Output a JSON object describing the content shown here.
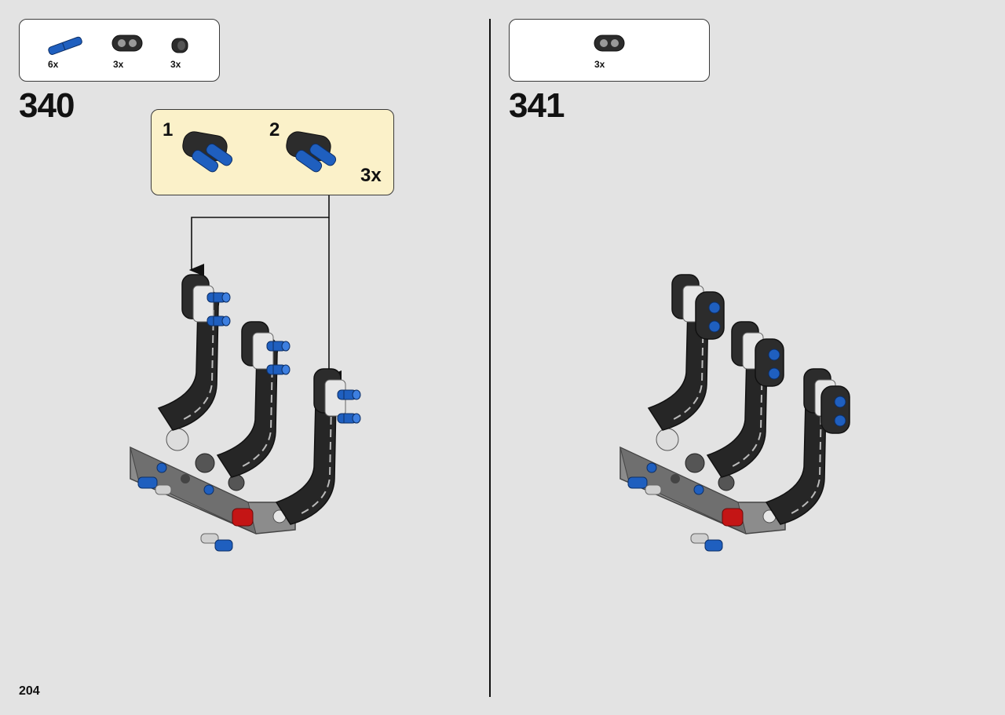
{
  "page_number": "204",
  "steps": [
    {
      "number": "340",
      "parts": [
        {
          "icon": "blue-axle-pin-icon",
          "qty": "6x"
        },
        {
          "icon": "black-double-connector-icon",
          "qty": "3x"
        },
        {
          "icon": "black-bush-icon",
          "qty": "3x"
        }
      ],
      "subassembly": {
        "step_labels": [
          "1",
          "2"
        ],
        "multiplier": "3x"
      }
    },
    {
      "number": "341",
      "parts": [
        {
          "icon": "black-double-connector-icon",
          "qty": "3x"
        }
      ]
    }
  ],
  "colors": {
    "background": "#e3e3e3",
    "callout_background": "#fbf1c9",
    "part_black": "#2a2a2a",
    "part_blue": "#1f5fbf",
    "part_red": "#c41515",
    "part_gray": "#8c8c8c"
  }
}
